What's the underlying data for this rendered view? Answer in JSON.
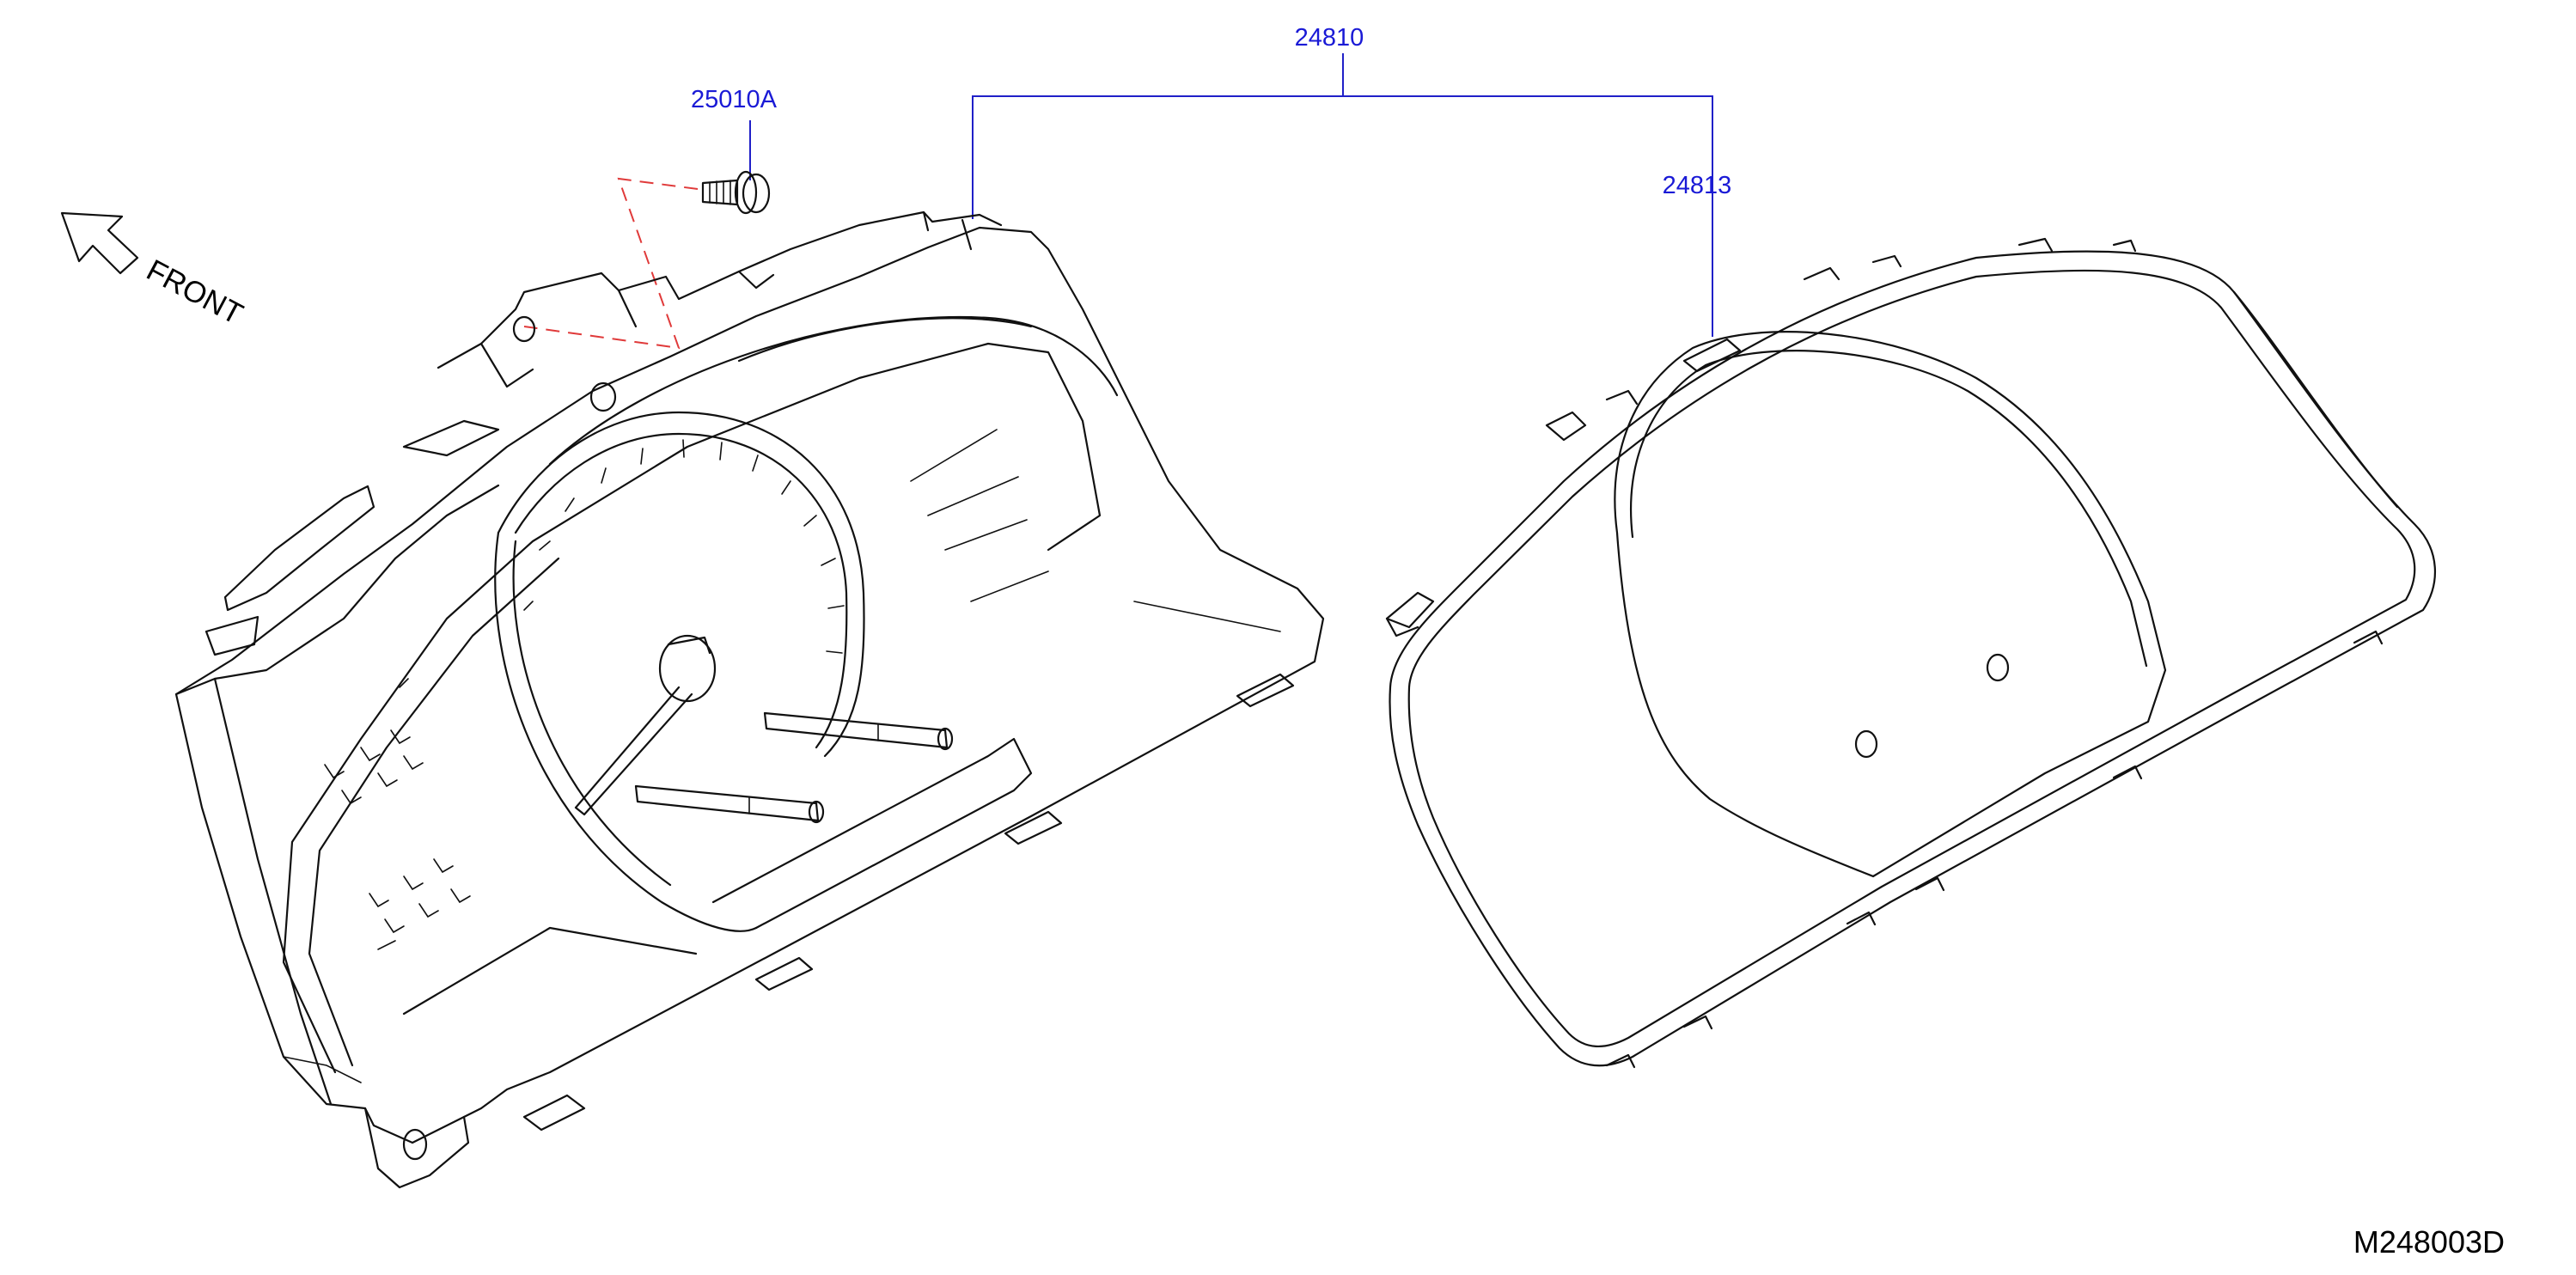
{
  "callouts": {
    "assembly": "24810",
    "screw": "25010A",
    "cover": "24813"
  },
  "front_label": "FRONT",
  "drawing_id": "M248003D",
  "colors": {
    "callout": "#1a1ad6",
    "leader": "#2020c8",
    "dashed_guide": "#e03a3a",
    "linework": "#111111"
  },
  "icons": {
    "front_arrow": "arrow-up-left-icon"
  }
}
